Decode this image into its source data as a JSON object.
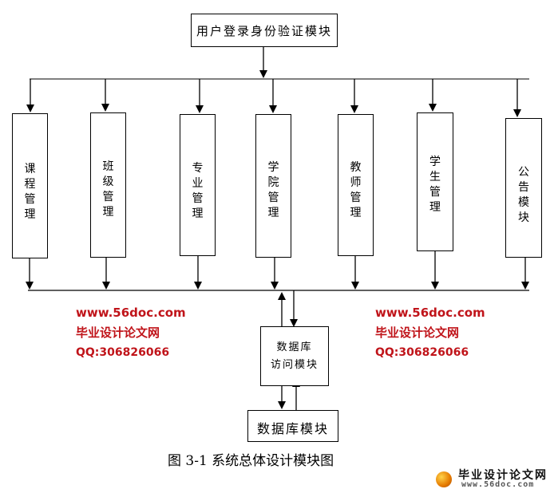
{
  "diagram": {
    "root": {
      "label": "用户登录身份验证模块"
    },
    "modules": [
      {
        "id": "course",
        "label": "课程管理"
      },
      {
        "id": "class",
        "label": "班级管理"
      },
      {
        "id": "major",
        "label": "专业管理"
      },
      {
        "id": "college",
        "label": "学院管理"
      },
      {
        "id": "teacher",
        "label": "教师管理"
      },
      {
        "id": "student",
        "label": "学生管理"
      },
      {
        "id": "notice",
        "label": "公告模块"
      }
    ],
    "db_access": {
      "line1": "数据库",
      "line2": "访问模块"
    },
    "db": {
      "label": "数据库模块"
    },
    "caption": "图 3-1  系统总体设计模块图",
    "edges": [
      {
        "from": "用户登录身份验证模块",
        "to": "课程管理"
      },
      {
        "from": "用户登录身份验证模块",
        "to": "班级管理"
      },
      {
        "from": "用户登录身份验证模块",
        "to": "专业管理"
      },
      {
        "from": "用户登录身份验证模块",
        "to": "学院管理"
      },
      {
        "from": "用户登录身份验证模块",
        "to": "教师管理"
      },
      {
        "from": "用户登录身份验证模块",
        "to": "学生管理"
      },
      {
        "from": "用户登录身份验证模块",
        "to": "公告模块"
      },
      {
        "from": "modules-bus",
        "to": "数据库访问模块",
        "bidirectional": true
      },
      {
        "from": "数据库访问模块",
        "to": "数据库模块",
        "bidirectional": true
      }
    ]
  },
  "watermarks": {
    "url": "www.56doc.com",
    "site": "毕业设计论文网",
    "qq": "QQ:306826066"
  },
  "logo": {
    "title": "毕业设计论文网",
    "url": "www.56doc.com"
  }
}
